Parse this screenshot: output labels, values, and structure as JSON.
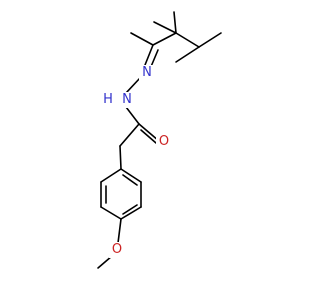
{
  "molecule": {
    "atoms": [
      {
        "id": "N1",
        "symbol": "N",
        "color": "#3333cc"
      },
      {
        "id": "N2",
        "symbol": "N",
        "color": "#3333cc"
      },
      {
        "id": "H",
        "symbol": "H",
        "color": "#3333cc"
      },
      {
        "id": "O1",
        "symbol": "O",
        "color": "#cc2222"
      },
      {
        "id": "O2",
        "symbol": "O",
        "color": "#cc2222"
      }
    ]
  }
}
